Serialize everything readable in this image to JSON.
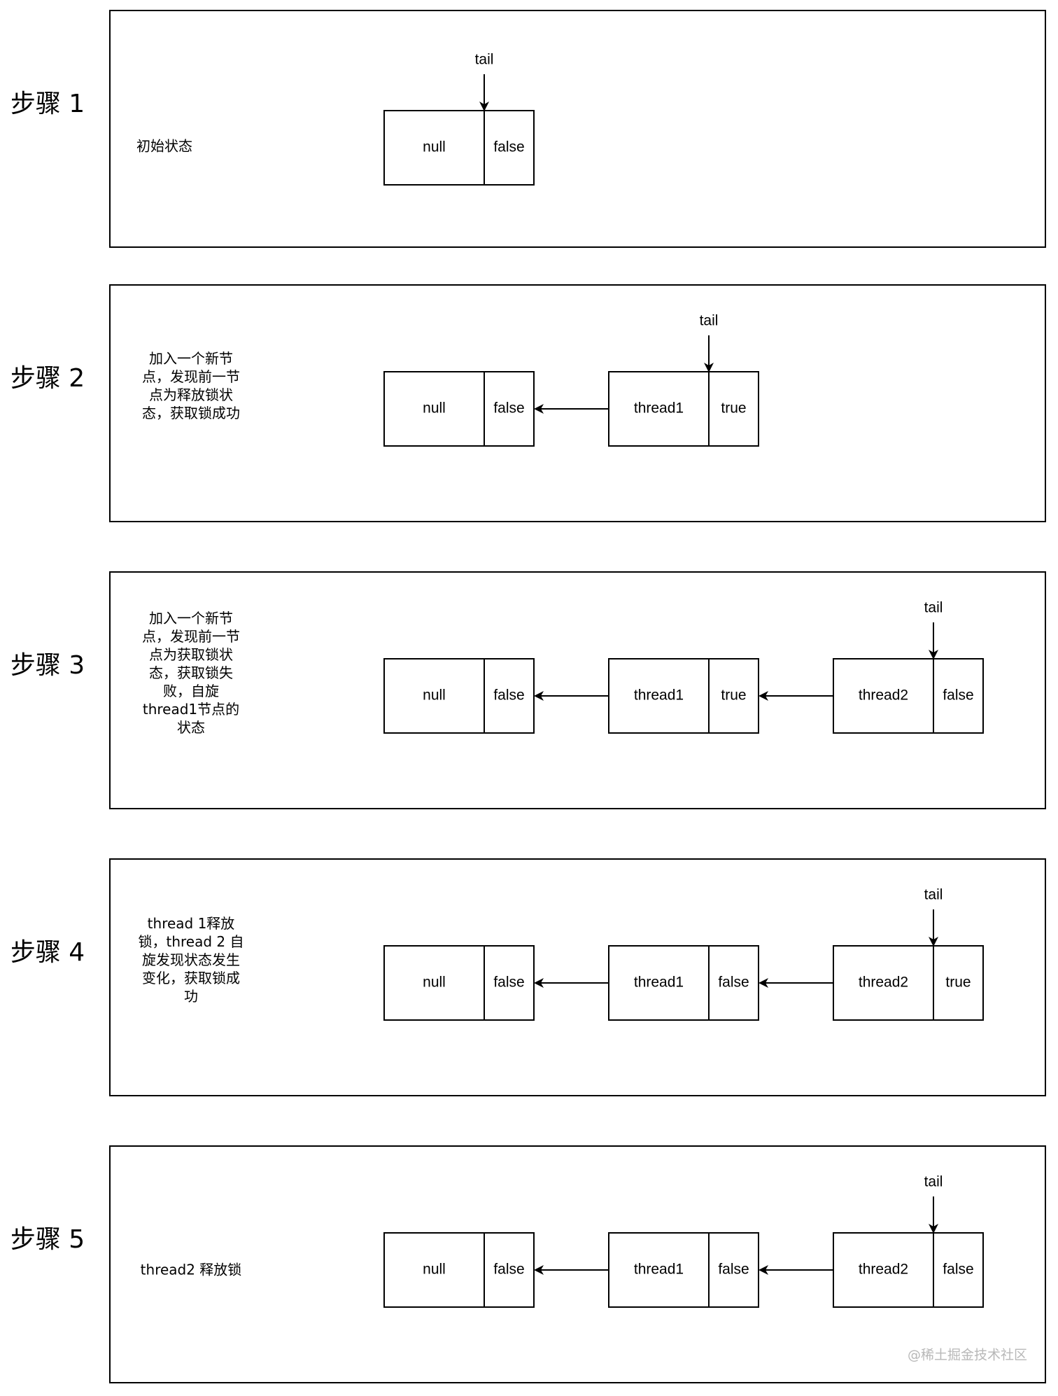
{
  "steps": [
    {
      "label": "步骤 1",
      "description": [
        "初始状态"
      ],
      "tail_label": "tail",
      "tail_node": 0,
      "nodes": [
        {
          "name": "null",
          "status": "false"
        }
      ]
    },
    {
      "label": "步骤 2",
      "description": [
        "加入一个新节",
        "点，发现前一节",
        "点为释放锁状",
        "态，获取锁成功"
      ],
      "tail_label": "tail",
      "tail_node": 1,
      "nodes": [
        {
          "name": "null",
          "status": "false"
        },
        {
          "name": "thread1",
          "status": "true"
        }
      ]
    },
    {
      "label": "步骤 3",
      "description": [
        "加入一个新节",
        "点，发现前一节",
        "点为获取锁状",
        "态，获取锁失",
        "败，自旋",
        "thread1节点的",
        "状态"
      ],
      "tail_label": "tail",
      "tail_node": 2,
      "nodes": [
        {
          "name": "null",
          "status": "false"
        },
        {
          "name": "thread1",
          "status": "true"
        },
        {
          "name": "thread2",
          "status": "false"
        }
      ]
    },
    {
      "label": "步骤 4",
      "description": [
        "thread 1释放",
        "锁，thread 2 自",
        "旋发现状态发生",
        "变化，获取锁成",
        "功"
      ],
      "tail_label": "tail",
      "tail_node": 2,
      "nodes": [
        {
          "name": "null",
          "status": "false"
        },
        {
          "name": "thread1",
          "status": "false"
        },
        {
          "name": "thread2",
          "status": "true"
        }
      ]
    },
    {
      "label": "步骤 5",
      "description": [
        "thread2 释放锁"
      ],
      "tail_label": "tail",
      "tail_node": 2,
      "nodes": [
        {
          "name": "null",
          "status": "false"
        },
        {
          "name": "thread1",
          "status": "false"
        },
        {
          "name": "thread2",
          "status": "false"
        }
      ]
    }
  ],
  "watermark": "@稀土掘金技术社区",
  "colors": {
    "stroke": "#000000",
    "background": "#ffffff",
    "watermark": "#b8b8b8"
  }
}
